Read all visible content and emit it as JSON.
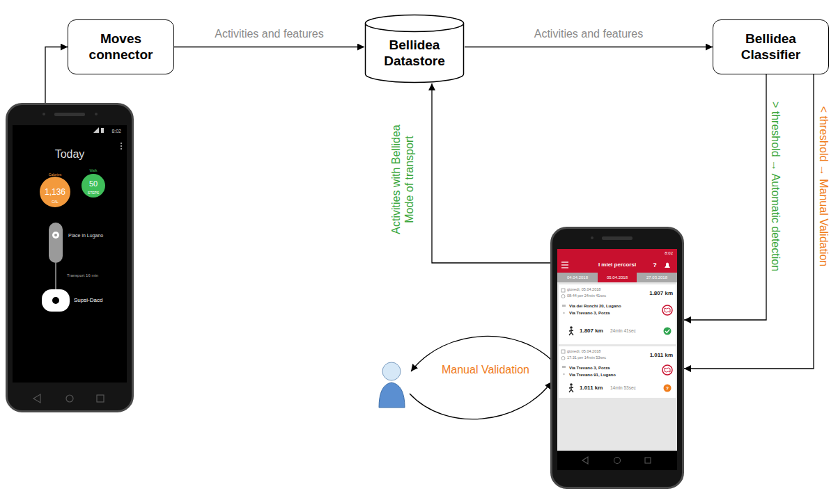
{
  "diagram": {
    "nodes": [
      {
        "text": [
          "Moves connector"
        ]
      },
      {
        "text": [
          "Bellidea Datastore"
        ]
      },
      {
        "text": [
          "Bellidea Classifier"
        ]
      },
      {
        "text": [
          "8:02",
          "Today",
          "Calories",
          "1,136",
          "CAL",
          "Walk",
          "50",
          "STEPS",
          "Place in Lugano",
          "Transport 16 min",
          "Supsi-Dacd"
        ]
      },
      {
        "text": [
          "8:02",
          "I miei percorsi",
          "?",
          "04.04.2018",
          "05.04.2018",
          "27.03.2018",
          "giovedì, 05.04.2018",
          "08:44 per 24min 41sec",
          "1.807 km",
          "Via dei Ronchi 20, Lugano",
          "Via Trevano 3, Porza",
          "1.807 km",
          "24min 41sec",
          "giovedì, 05.04.2018",
          "17:31 per 14min 53sec",
          "1.011 km",
          "Via Trevano 3, Porza",
          "Via Trevano 91, Lugano",
          "1.011 km",
          "14min 53sec",
          "?"
        ]
      }
    ],
    "edges": [
      {
        "from": 3,
        "to": 0,
        "arrow": "to"
      },
      {
        "from": 0,
        "to": 1,
        "label": "Activities and features",
        "arrow": "to"
      },
      {
        "from": 1,
        "to": 2,
        "label": "Activities and features",
        "arrow": "to"
      },
      {
        "from": 2,
        "to": 4,
        "label": "> threshold → Automatic detection",
        "arrow": "to"
      },
      {
        "from": 2,
        "to": 4,
        "label": "< threshold → Manual Validation",
        "arrow": "to"
      },
      {
        "from": 4,
        "to": 1,
        "label": "Activities with Bellidea Mode of transport",
        "arrow": "to"
      }
    ],
    "labels": [
      "Manual Validation"
    ]
  }
}
